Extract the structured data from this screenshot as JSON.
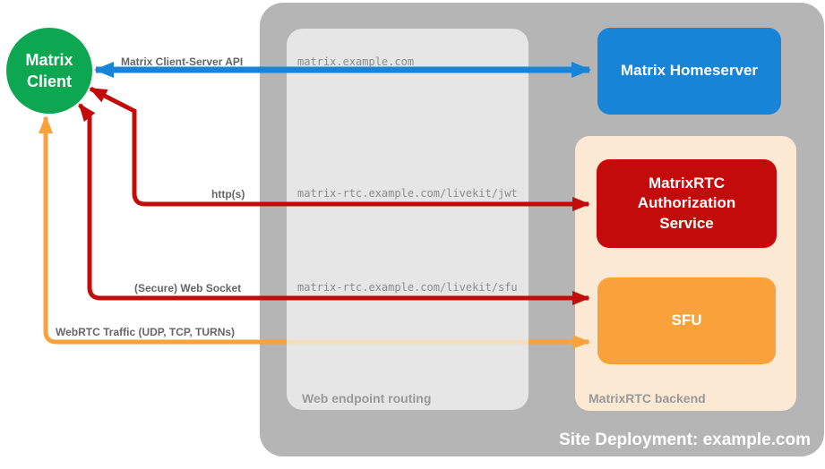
{
  "title": "MatrixRTC site deployment diagram",
  "nodes": {
    "client": {
      "label": "Matrix Client"
    },
    "homeserver": {
      "label": "Matrix Homeserver"
    },
    "auth_service": {
      "label": "MatrixRTC Authorization Service"
    },
    "sfu": {
      "label": "SFU"
    }
  },
  "containers": {
    "site": {
      "label": "Site Deployment: example.com"
    },
    "routing": {
      "label": "Web endpoint routing"
    },
    "backend": {
      "label": "MatrixRTC backend"
    }
  },
  "endpoints": [
    {
      "host": "matrix.example.com"
    },
    {
      "host": "matrix-rtc.example.com/livekit/jwt"
    },
    {
      "host": "matrix-rtc.example.com/livekit/sfu"
    }
  ],
  "edges": [
    {
      "label": "Matrix Client-Server API",
      "from": "Matrix Client",
      "to": "Matrix Homeserver",
      "color": "#1784d8",
      "bidirectional": true
    },
    {
      "label": "http(s)",
      "from": "Matrix Client",
      "to": "MatrixRTC Authorization Service",
      "color": "#c40b0b",
      "bidirectional": true
    },
    {
      "label": "(Secure) Web Socket",
      "from": "Matrix Client",
      "to": "SFU",
      "color": "#c40b0b",
      "bidirectional": true
    },
    {
      "label": "WebRTC Traffic (UDP, TCP, TURNs)",
      "from": "Matrix Client",
      "to": "SFU",
      "color": "#f9a13b",
      "bidirectional": true
    }
  ],
  "colors": {
    "client_green": "#0ca750",
    "homeserver_blue": "#1784d8",
    "service_red": "#c40b0b",
    "sfu_orange": "#f9a13b",
    "backend_peach": "#fce9d4",
    "site_gray": "#b5b5b5",
    "routing_gray": "#e6e6e6",
    "label_gray": "#999999",
    "edge_label_gray": "#666666",
    "mono_gray": "#8c8c8c"
  }
}
